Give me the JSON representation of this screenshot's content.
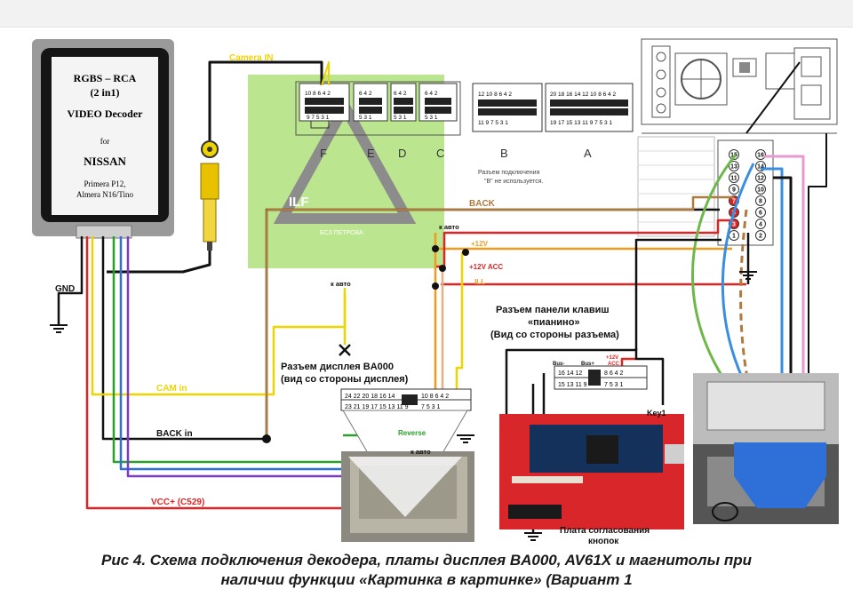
{
  "decoder": {
    "title": "RGBS – RCA",
    "subtitle": "(2 in1)",
    "name": "VIDEO Decoder",
    "for": "for",
    "brand": "NISSAN",
    "models_line1": "Primera P12,",
    "models_line2": "Almera N16/Tino"
  },
  "labels": {
    "camera_in": "Camera IN",
    "gnd": "GND",
    "cam_in": "CAM in",
    "back_in": "BACK in",
    "vcc": "VCC+ (C529)",
    "back": "BACK",
    "plus12": "+12V",
    "acc": "+12V ACC",
    "ill": "ILL",
    "k_avto_1": "к авто",
    "k_avto_2": "к авто",
    "k_avto_3": "к авто",
    "reverse": "Reverse",
    "key1": "Key1",
    "bus_minus": "Bus-",
    "bus_plus": "Bus+",
    "acc_small_1": "+12V",
    "acc_small_2": "ACC"
  },
  "connectors": {
    "F": "F",
    "E": "E",
    "D": "D",
    "C": "C",
    "B": "B",
    "A": "A",
    "f_top": "10 8 6 4 2",
    "f_bot": "9 7 5 3 1",
    "e_top": "6 4 2",
    "e_bot": "5 3 1",
    "d_top": "6 4 2",
    "d_bot": "5 3 1",
    "c_top": "6 4 2",
    "c_bot": "5 3 1",
    "b_top": "12 10 8 6 4 2",
    "b_bot": "11 9 7 5 3 1",
    "a_top": "20 18 16 14 12 10 8 6 4 2",
    "a_bot": "19 17 15 13 11 9 7 5 3 1",
    "b_note_1": "Разъем подключения",
    "b_note_2": "\"В\" не используется."
  },
  "watermark": {
    "ilf": "ILF",
    "petrova": "БСЗ ПЕТРОВА"
  },
  "display": {
    "title_1": "Разъем дисплея BA000",
    "title_2": "(вид со стороны дисплея)",
    "top_left": "24 22 20 18 16 14",
    "top_right": "10 8 6 4 2",
    "bot_left": "23 21 19 17 15 13 11 9",
    "bot_right": "7 5 3 1"
  },
  "piano": {
    "title_1": "Разъем панели клавиш",
    "title_2": "«пианино»",
    "title_3": "(Вид со стороны разъема)",
    "top_left": "16 14 12",
    "top_right": "8 6 4 2",
    "bot_left": "15 13 11 9",
    "bot_right": "7 5 3 1"
  },
  "board": {
    "label_1": "Плата согласования",
    "label_2": "кнопок"
  },
  "radio": {
    "pins_left": [
      "15",
      "13",
      "11",
      "9",
      "7",
      "5",
      "3",
      "1"
    ],
    "pins_right": [
      "16",
      "14",
      "12",
      "10",
      "8",
      "6",
      "4",
      "2"
    ]
  },
  "caption": {
    "line1": "Рис 4. Схема подключения декодера, платы дисплея BA000, AV61X и магнитолы при",
    "line2": "наличии функции «Картинка в картинке» (Вариант 1"
  },
  "colors": {
    "yellow": "#f0d400",
    "black": "#111111",
    "brown": "#b07a3c",
    "orange": "#f09a20",
    "red": "#e02424",
    "green": "#2aa02a",
    "blue": "#2f6fd8",
    "light_green": "#a6dc6a"
  }
}
